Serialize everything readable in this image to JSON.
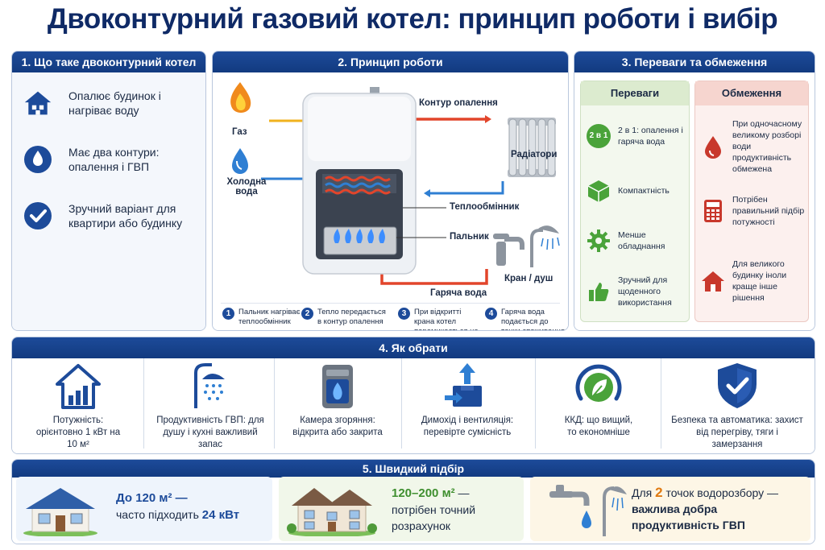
{
  "title": "Двоконтурний газовий котел: принцип роботи і вибір",
  "s1": {
    "header": "1. Що таке двоконтурний котел",
    "items": [
      {
        "icon": "house-icon",
        "text": "Опалює будинок і нагріває воду"
      },
      {
        "icon": "water-drop-icon",
        "text": "Має два контури: опалення і ГВП"
      },
      {
        "icon": "checkmark-icon",
        "text": "Зручний варіант для квартири або будинку"
      }
    ]
  },
  "s2": {
    "header": "2. Принцип роботи",
    "labels": {
      "gas": "Газ",
      "cold_water": "Холодна вода",
      "heating_circuit": "Контур опалення",
      "radiators": "Радіатори",
      "heat_exchanger": "Теплообмінник",
      "burner": "Пальник",
      "hot_water": "Гаряча вода",
      "tap_shower": "Кран / душ"
    },
    "steps": [
      {
        "num": "1",
        "text": "Пальник нагріває теплообмінник"
      },
      {
        "num": "2",
        "text": "Тепло передається в контур опалення"
      },
      {
        "num": "3",
        "text": "При відкритті крана котел перемикається на ГВП"
      },
      {
        "num": "4",
        "text": "Гаряча вода подається до точки споживання"
      }
    ]
  },
  "s3": {
    "header": "3. Переваги та обмеження",
    "pros_title": "Переваги",
    "cons_title": "Обмеження",
    "badge": "2 в 1",
    "pros": [
      {
        "icon": "two-in-one-icon",
        "text": "2 в 1: опалення і гаряча вода"
      },
      {
        "icon": "cube-icon",
        "text": "Компактність"
      },
      {
        "icon": "gear-icon",
        "text": "Менше обладнання"
      },
      {
        "icon": "thumbs-up-icon",
        "text": "Зручний для щоденного використання"
      }
    ],
    "cons": [
      {
        "icon": "water-drop-icon",
        "text": "При одночасному великому розборі води продуктивність обмежена"
      },
      {
        "icon": "calculator-icon",
        "text": "Потрібен правильний підбір потужності"
      },
      {
        "icon": "house-icon",
        "text": "Для великого будинку іноли краще інше рішення"
      }
    ]
  },
  "s4": {
    "header": "4. Як обрати",
    "items": [
      {
        "icon": "house-chart-icon",
        "text": "Потужність: орієнтовно 1 кВт на 10 м²"
      },
      {
        "icon": "shower-icon",
        "text": "Продуктивність ГВП: для душу і кухні важливий запас"
      },
      {
        "icon": "boiler-flame-icon",
        "text": "Камера згоряння: відкрита або закрита"
      },
      {
        "icon": "chimney-icon",
        "text": "Димохід і вентиляція: перевірте сумісність"
      },
      {
        "icon": "leaf-gauge-icon",
        "text": "ККД: що вищий, то економніше"
      },
      {
        "icon": "shield-check-icon",
        "text": "Безпека та автоматика: захист від перегріву, тяги і замерзання"
      }
    ]
  },
  "s5": {
    "header": "5. Швидкий підбір",
    "c1": {
      "a": "До 120 м² —",
      "b": "часто підходить",
      "c": "24 кВт"
    },
    "c2": {
      "a": "120–200 м²",
      "b": " —",
      "c": "потрібен точний",
      "d": "розрахунок"
    },
    "c3": {
      "a": "Для ",
      "b": "2",
      "c": " точок водорозбору —",
      "d": "важлива добра",
      "e": "продуктивність ГВП"
    }
  },
  "colors": {
    "navy": "#123a80",
    "pros_green": "#4aa33a",
    "cons_red": "#c8382c",
    "hot": "#e2452b",
    "cold": "#2f7fd3",
    "gas": "#f0b21e"
  }
}
